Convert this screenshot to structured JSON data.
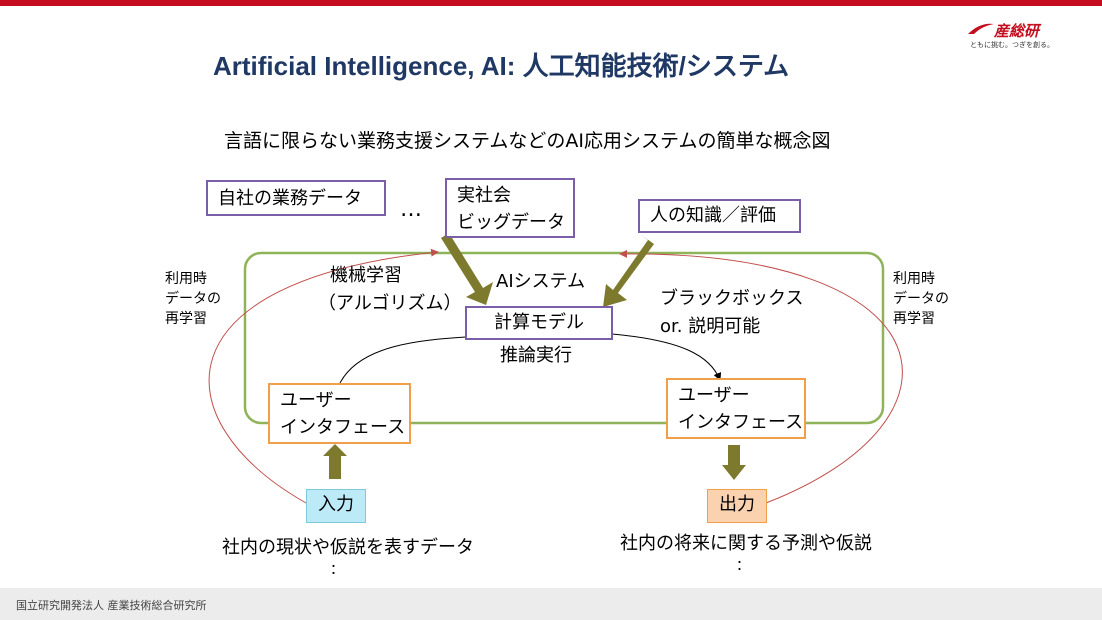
{
  "logo": {
    "name": "産総研",
    "tagline": "ともに挑む。つぎを創る。"
  },
  "title": "Artificial Intelligence, AI: 人工知能技術/システム",
  "subtitle": "言語に限らない業務支援システムなどのAI応用システムの簡単な概念図",
  "data_sources": {
    "company_data": "自社の業務データ",
    "ellipsis": "…",
    "real_society_line1": "実社会",
    "real_society_line2": "ビッグデータ",
    "human_knowledge": "人の知識／評価"
  },
  "ml": {
    "line1": "機械学習",
    "line2": "（アルゴリズム）"
  },
  "ai_system": "AIシステム",
  "blackbox": {
    "line1": "ブラックボックス",
    "line2": "or. 説明可能"
  },
  "model": "計算モデル",
  "inference": "推論実行",
  "relearn_left": {
    "line1": "利用時",
    "line2": "データの",
    "line3": "再学習"
  },
  "relearn_right": {
    "line1": "利用時",
    "line2": "データの",
    "line3": "再学習"
  },
  "ui_left": {
    "line1": "ユーザー",
    "line2": "インタフェース"
  },
  "ui_right": {
    "line1": "ユーザー",
    "line2": "インタフェース"
  },
  "input": {
    "label": "入力",
    "color": "#bdeaf7"
  },
  "output": {
    "label": "出力",
    "color": "#fbd2b0"
  },
  "input_desc": "社内の現状や仮説を表すデータ",
  "input_cont": "：",
  "output_desc": "社内の将来に関する予測や仮説",
  "output_cont": "：",
  "footer": "国立研究開発法人 産業技術総合研究所",
  "colors": {
    "title": "#1f3864",
    "system_loop": "#8fb359",
    "box_purple": "#7a5ea8",
    "box_orange": "#f0a04b",
    "arrow": "#7d7a2e",
    "relearn_line": "#c0504d",
    "brand_red": "#c40d1e"
  }
}
